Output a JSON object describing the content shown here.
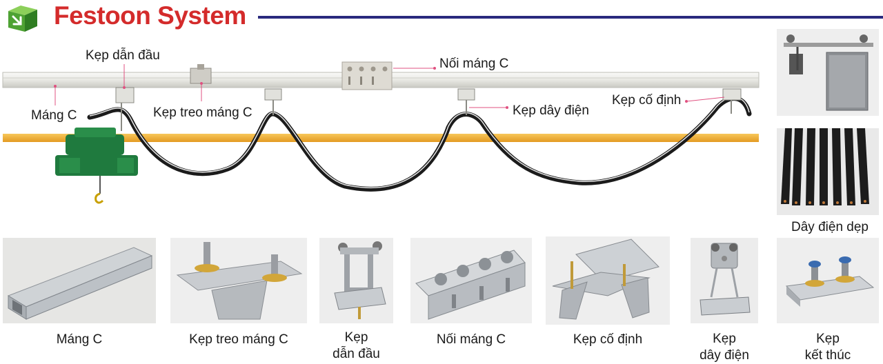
{
  "header": {
    "title": "Festoon System",
    "logo_icon": "green-cube-arrow-icon",
    "accent_color": "#d42b2b",
    "rule_color": "#2a2a7e"
  },
  "diagram": {
    "callouts": {
      "dan_dau": "Kẹp dẫn đầu",
      "noi_mang": "Nối máng C",
      "mang_c": "Máng C",
      "treo_mang": "Kẹp treo máng C",
      "day_dien": "Kẹp dây điện",
      "co_dinh": "Kẹp cố định"
    },
    "rail_color": "#f2f2ef",
    "beam_color": "#f0b135",
    "cable_color": "#1b1b1b",
    "motor_color": "#1f7a3e"
  },
  "components": [
    {
      "id": "mang-c",
      "label": "Máng C"
    },
    {
      "id": "kep-treo-mang-c",
      "label": "Kẹp treo máng C"
    },
    {
      "id": "kep-dan-dau",
      "label_line1": "Kẹp",
      "label_line2": "dẫn đầu"
    },
    {
      "id": "noi-mang-c",
      "label": "Nối máng C"
    },
    {
      "id": "kep-co-dinh",
      "label": "Kẹp cố định"
    },
    {
      "id": "kep-day-dien",
      "label_line1": "Kẹp",
      "label_line2": "dây điện"
    },
    {
      "id": "kep-ket-thuc",
      "label_line1": "Kẹp",
      "label_line2": "kết thúc"
    }
  ],
  "side": {
    "flat_cable_label": "Dây điện dẹp"
  }
}
